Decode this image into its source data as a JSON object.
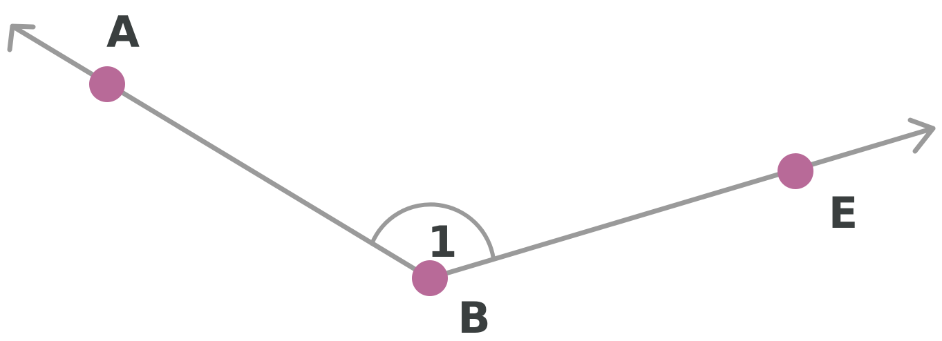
{
  "diagram": {
    "labels": {
      "point_a": "A",
      "point_b": "B",
      "point_e": "E",
      "angle": "1"
    },
    "colors": {
      "ray": "#9a9a9a",
      "point": "#b86a98",
      "label": "#3a3f3f",
      "background": "#ffffff"
    }
  }
}
